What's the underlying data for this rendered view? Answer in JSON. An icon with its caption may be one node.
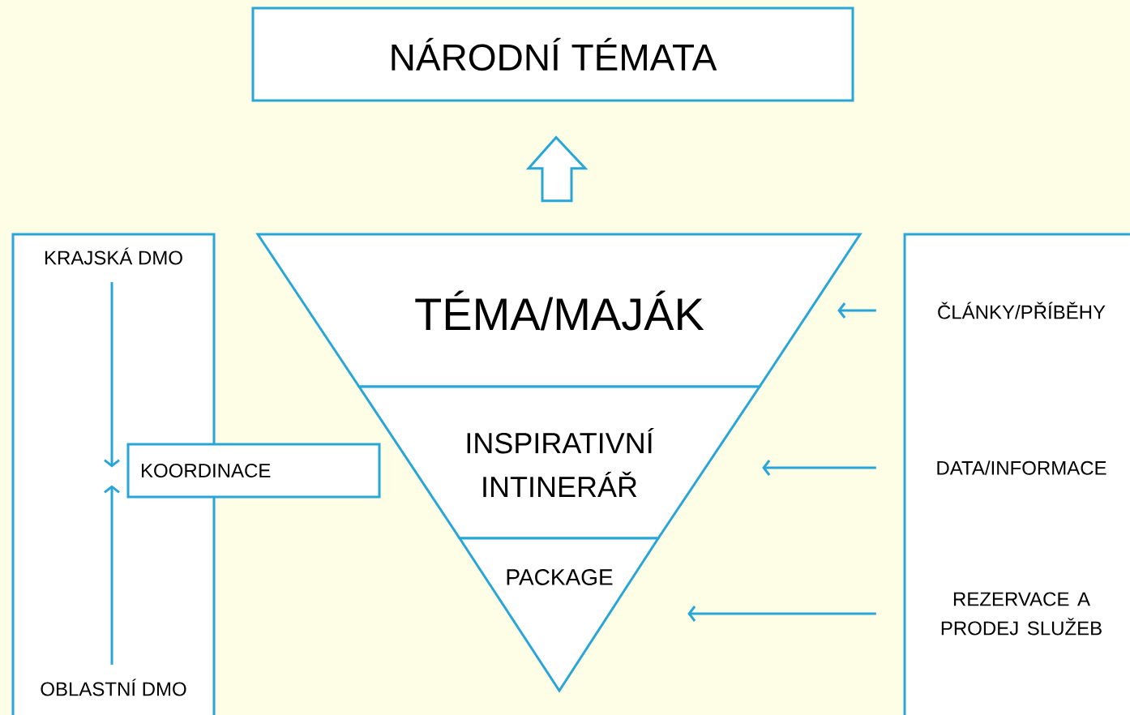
{
  "diagram": {
    "nodes": [
      {
        "text": [
          "NÁRODNÍ TÉMATA"
        ]
      },
      {
        "text": [],
        "shape": "box"
      },
      {
        "text": [
          "KRAJSKÁ DMO"
        ],
        "in": 1
      },
      {
        "text": [
          "OBLASTNÍ DMO"
        ],
        "in": 1
      },
      {
        "text": [
          "KOORDINACE"
        ]
      },
      {
        "text": [
          "TÉMA/MAJÁK"
        ]
      },
      {
        "text": [
          "INSPIRATIVNÍ INTINERÁŘ"
        ]
      },
      {
        "text": [
          "PACKAGE"
        ]
      },
      {
        "text": [],
        "shape": "box"
      },
      {
        "text": [
          "ČLÁNKY/PŘÍBĚHY"
        ],
        "in": 8
      },
      {
        "text": [
          "DATA/INFORMACE"
        ],
        "in": 8
      },
      {
        "text": [
          "REZERVACE A PRODEJ SLUŽEB"
        ],
        "in": 8
      }
    ],
    "edges": [
      {
        "from": 5,
        "to": 0,
        "arrow": "to",
        "style": "thick"
      },
      {
        "from": 2,
        "to": 4,
        "arrow": "to"
      },
      {
        "from": 3,
        "to": 4,
        "arrow": "to"
      },
      {
        "from": 9,
        "to": 5,
        "arrow": "to"
      },
      {
        "from": 10,
        "to": 6,
        "arrow": "to"
      },
      {
        "from": 11,
        "to": 7,
        "arrow": "to"
      }
    ]
  }
}
